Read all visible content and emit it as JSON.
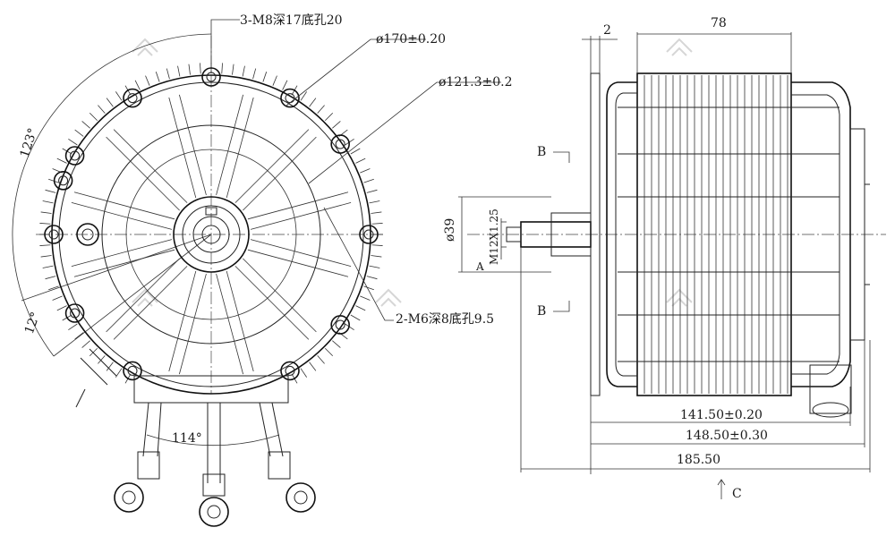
{
  "front_view": {
    "callouts": {
      "m8_holes": "3-M8深17底孔20",
      "dia_170": "ø170±0.20",
      "dia_121": "ø121.3±0.2",
      "m6_holes": "2-M6深8底孔9.5"
    },
    "angles": {
      "a123": "123°",
      "a12": "12°",
      "a114": "114°"
    }
  },
  "side_view": {
    "dims": {
      "d2": "2",
      "d78": "78",
      "d39": "ø39",
      "m12": "M12X1.25",
      "d141": "141.50±0.20",
      "d148": "148.50±0.30",
      "d185": "185.50"
    },
    "section_labels": {
      "b_top": "B",
      "b_bottom": "B",
      "a": "A",
      "c": "C"
    }
  }
}
